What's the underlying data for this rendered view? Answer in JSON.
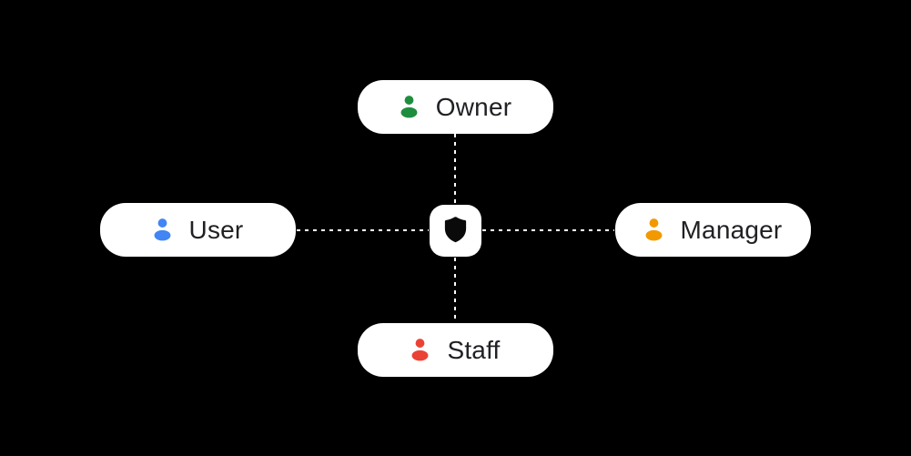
{
  "diagram": {
    "hub": {
      "icon": "shield-icon",
      "background": "#ffffff",
      "icon_color": "#0a0a0a"
    },
    "connectors": {
      "style": "dashed",
      "color": "#ffffff"
    },
    "node_style": {
      "background": "#ffffff",
      "label_color": "#202124"
    },
    "nodes": [
      {
        "id": "owner",
        "label": "Owner",
        "icon": "person-icon",
        "icon_color": "#1e8e3e",
        "position": "top"
      },
      {
        "id": "user",
        "label": "User",
        "icon": "person-icon",
        "icon_color": "#4285f4",
        "position": "left"
      },
      {
        "id": "manager",
        "label": "Manager",
        "icon": "person-icon",
        "icon_color": "#f29900",
        "position": "right"
      },
      {
        "id": "staff",
        "label": "Staff",
        "icon": "person-icon",
        "icon_color": "#ea4335",
        "position": "bottom"
      }
    ]
  }
}
